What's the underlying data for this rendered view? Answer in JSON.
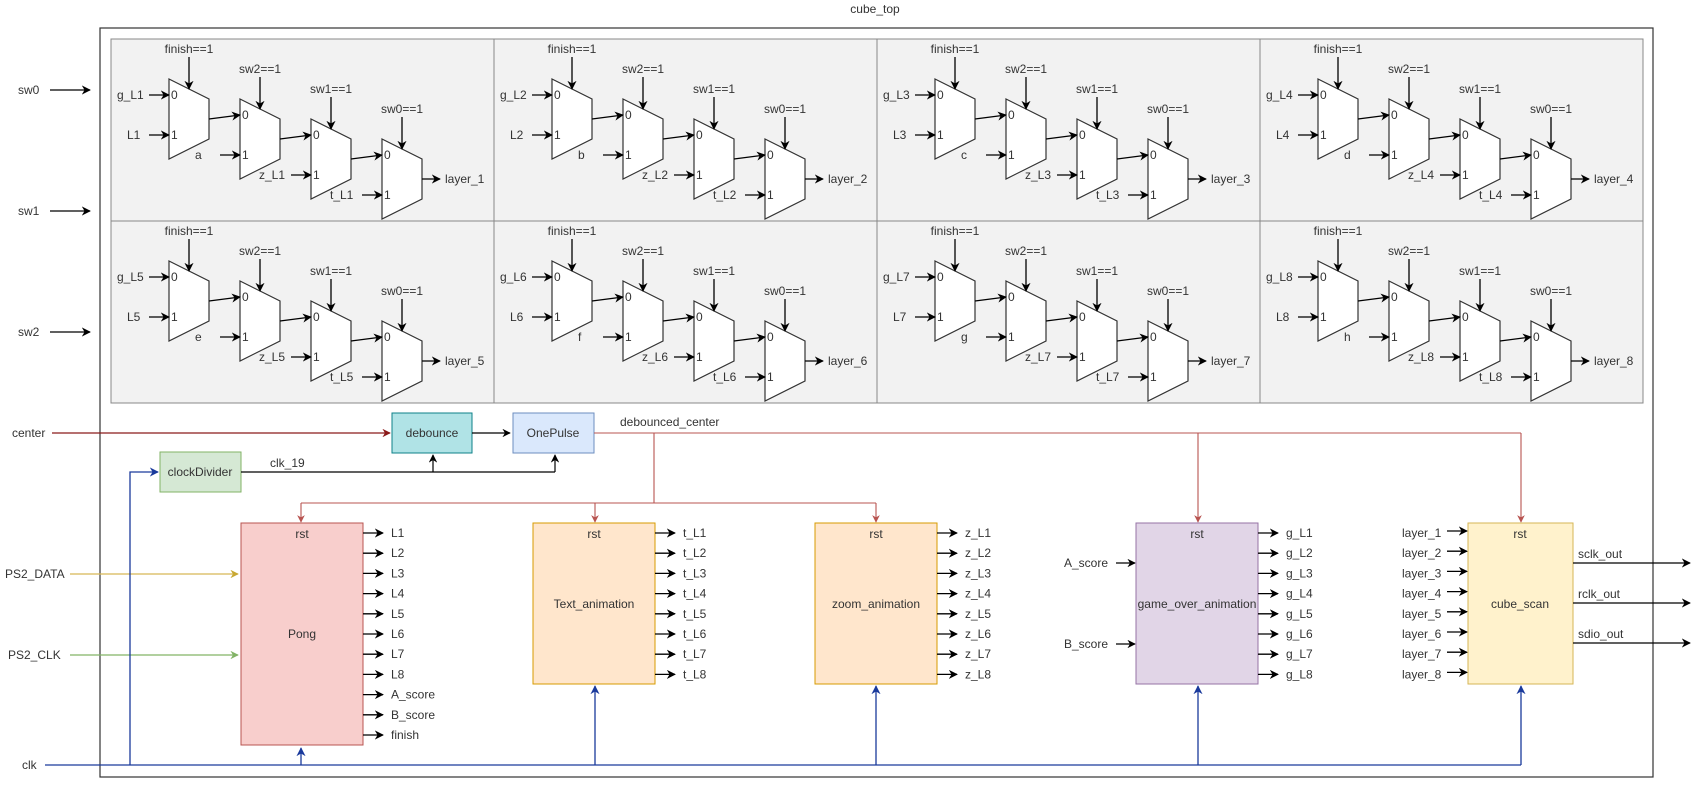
{
  "title": "cube_top",
  "colors": {
    "panel_fill": "#f2f2f2",
    "panel_stroke": "#888888",
    "wire_black": "#000000",
    "wire_reset": "#b85450",
    "wire_center": "#8b1a1a",
    "wire_clk": "#1a3a9c",
    "wire_ps2_data": "#d6b656",
    "wire_ps2_clk": "#82b366",
    "pong_fill": "#f8cecc",
    "pong_stroke": "#b85450",
    "anim_fill": "#ffe6cc",
    "anim_stroke": "#d79b00",
    "gameover_fill": "#e1d5e7",
    "gameover_stroke": "#9673a6",
    "scan_fill": "#fff2cc",
    "scan_stroke": "#d6b656",
    "debounce_fill": "#b0e3e6",
    "debounce_stroke": "#0e8088",
    "onepulse_fill": "#dae8fc",
    "onepulse_stroke": "#6c8ebf",
    "clkdiv_fill": "#d5e8d4",
    "clkdiv_stroke": "#82b366"
  },
  "external_inputs": [
    "sw0",
    "sw1",
    "sw2",
    "center",
    "PS2_DATA",
    "PS2_CLK",
    "clk"
  ],
  "mux_cells": [
    {
      "g": "g_L1",
      "l": "L1",
      "c": "a",
      "z": "z_L1",
      "t": "t_L1",
      "out": "layer_1"
    },
    {
      "g": "g_L2",
      "l": "L2",
      "c": "b",
      "z": "z_L2",
      "t": "t_L2",
      "out": "layer_2"
    },
    {
      "g": "g_L3",
      "l": "L3",
      "c": "c",
      "z": "z_L3",
      "t": "t_L3",
      "out": "layer_3"
    },
    {
      "g": "g_L4",
      "l": "L4",
      "c": "d",
      "z": "z_L4",
      "t": "t_L4",
      "out": "layer_4"
    },
    {
      "g": "g_L5",
      "l": "L5",
      "c": "e",
      "z": "z_L5",
      "t": "t_L5",
      "out": "layer_5"
    },
    {
      "g": "g_L6",
      "l": "L6",
      "c": "f",
      "z": "z_L6",
      "t": "t_L6",
      "out": "layer_6"
    },
    {
      "g": "g_L7",
      "l": "L7",
      "c": "g",
      "z": "z_L7",
      "t": "t_L7",
      "out": "layer_7"
    },
    {
      "g": "g_L8",
      "l": "L8",
      "c": "h",
      "z": "z_L8",
      "t": "t_L8",
      "out": "layer_8"
    }
  ],
  "mux_selects": [
    "finish==1",
    "sw2==1",
    "sw1==1",
    "sw0==1"
  ],
  "mux_port_labels": [
    "0",
    "1"
  ],
  "small_blocks": {
    "debounce": "debounce",
    "onepulse": "OnePulse",
    "clock_divider": "clockDivider"
  },
  "wire_labels": {
    "clk_19": "clk_19",
    "debounced_center": "debounced_center"
  },
  "blocks": {
    "pong": {
      "name": "Pong",
      "rst": "rst",
      "outputs": [
        "L1",
        "L2",
        "L3",
        "L4",
        "L5",
        "L6",
        "L7",
        "L8",
        "A_score",
        "B_score",
        "finish"
      ]
    },
    "text_animation": {
      "name": "Text_animation",
      "rst": "rst",
      "outputs": [
        "t_L1",
        "t_L2",
        "t_L3",
        "t_L4",
        "t_L5",
        "t_L6",
        "t_L7",
        "t_L8"
      ]
    },
    "zoom_animation": {
      "name": "zoom_animation",
      "rst": "rst",
      "outputs": [
        "z_L1",
        "z_L2",
        "z_L3",
        "z_L4",
        "z_L5",
        "z_L6",
        "z_L7",
        "z_L8"
      ]
    },
    "game_over_animation": {
      "name": "game_over_animation",
      "rst": "rst",
      "inputs": [
        "A_score",
        "B_score"
      ],
      "outputs": [
        "g_L1",
        "g_L2",
        "g_L3",
        "g_L4",
        "g_L5",
        "g_L6",
        "g_L7",
        "g_L8"
      ]
    },
    "cube_scan": {
      "name": "cube_scan",
      "rst": "rst",
      "inputs": [
        "layer_1",
        "layer_2",
        "layer_3",
        "layer_4",
        "layer_5",
        "layer_6",
        "layer_7",
        "layer_8"
      ],
      "outputs": [
        "sclk_out",
        "rclk_out",
        "sdio_out"
      ]
    }
  }
}
